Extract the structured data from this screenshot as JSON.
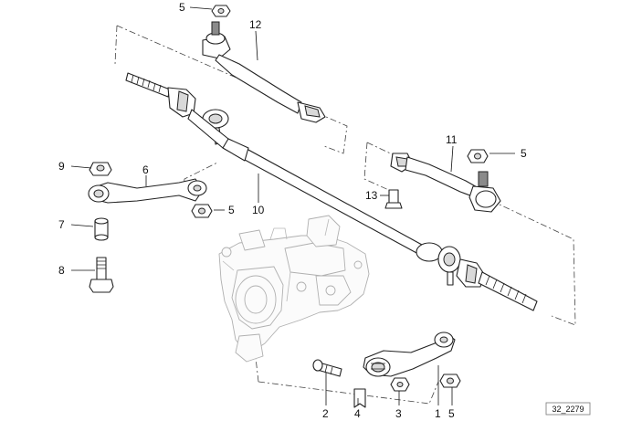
{
  "callouts": {
    "c1": "1",
    "c2": "2",
    "c3": "3",
    "c4": "4",
    "c5a": "5",
    "c5b": "5",
    "c5c": "5",
    "c5d": "5",
    "c6": "6",
    "c7": "7",
    "c8": "8",
    "c9": "9",
    "c10": "10",
    "c11": "11",
    "c12": "12",
    "c13": "13"
  },
  "diagram_ref": "32_2279"
}
